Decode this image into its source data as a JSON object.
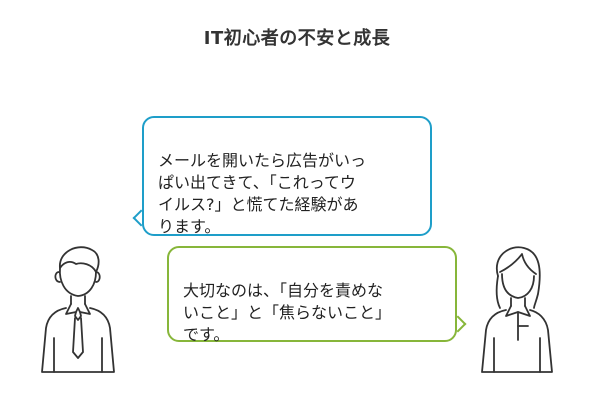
{
  "title": "IT初心者の不安と成長",
  "bubbles": {
    "left": {
      "text": "メールを開いたら広告がいっ\nぱい出てきて、「これってウ\nイルス?」と慌てた経験があ\nります。",
      "border_color": "#1E9EC9"
    },
    "right": {
      "text": "大切なのは、「自分を責めな\nいこと」と「焦らないこと」\nです。",
      "border_color": "#87B63A"
    }
  },
  "figures": {
    "left": {
      "icon": "man-icon"
    },
    "right": {
      "icon": "woman-icon"
    }
  }
}
